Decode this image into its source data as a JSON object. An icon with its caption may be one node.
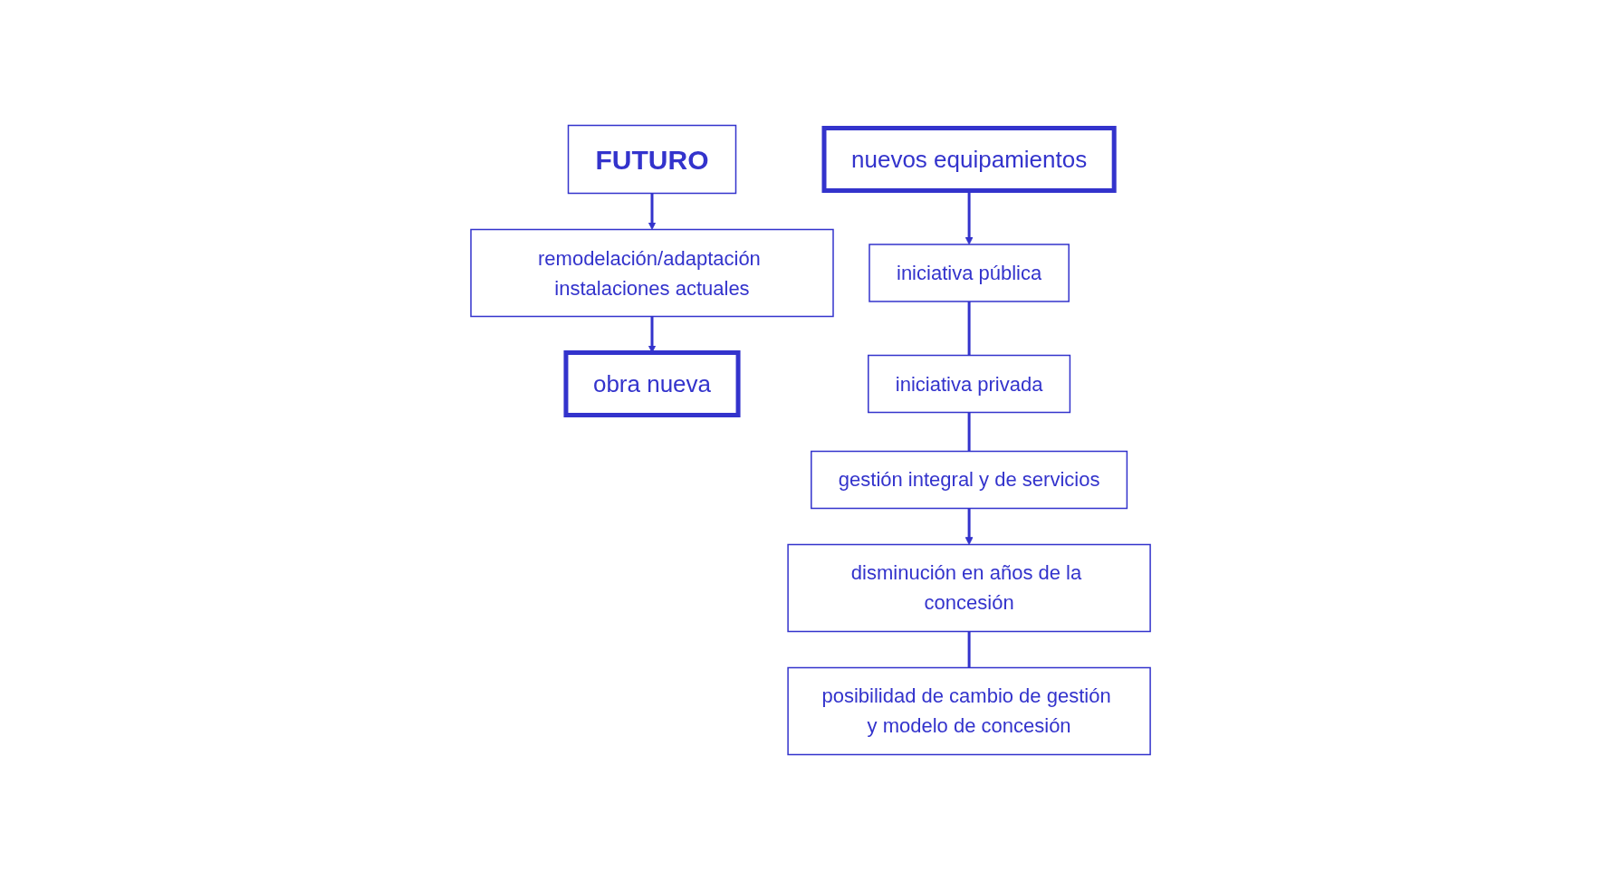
{
  "diagram": {
    "nodes": [
      {
        "text": [
          "FUTURO"
        ]
      },
      {
        "text": [
          "remodelación/adaptación instalaciones actuales"
        ]
      },
      {
        "text": [
          "obra nueva"
        ]
      },
      {
        "text": [
          "nuevos equipamientos"
        ]
      },
      {
        "text": [
          "iniciativa pública"
        ]
      },
      {
        "text": [
          "iniciativa privada"
        ]
      },
      {
        "text": [
          "gestión integral y de servicios"
        ]
      },
      {
        "text": [
          "disminución en años de la concesión"
        ]
      },
      {
        "text": [
          "posibilidad de cambio de gestión y modelo de concesión"
        ]
      }
    ],
    "edges": [
      {
        "from": 0,
        "to": 1,
        "arrow": "to"
      },
      {
        "from": 1,
        "to": 2,
        "arrow": "to"
      },
      {
        "from": 3,
        "to": 4,
        "arrow": "to"
      },
      {
        "from": 4,
        "to": 5,
        "arrow": "none"
      },
      {
        "from": 5,
        "to": 6,
        "arrow": "none"
      },
      {
        "from": 6,
        "to": 7,
        "arrow": "to"
      },
      {
        "from": 7,
        "to": 8,
        "arrow": "none"
      }
    ]
  }
}
